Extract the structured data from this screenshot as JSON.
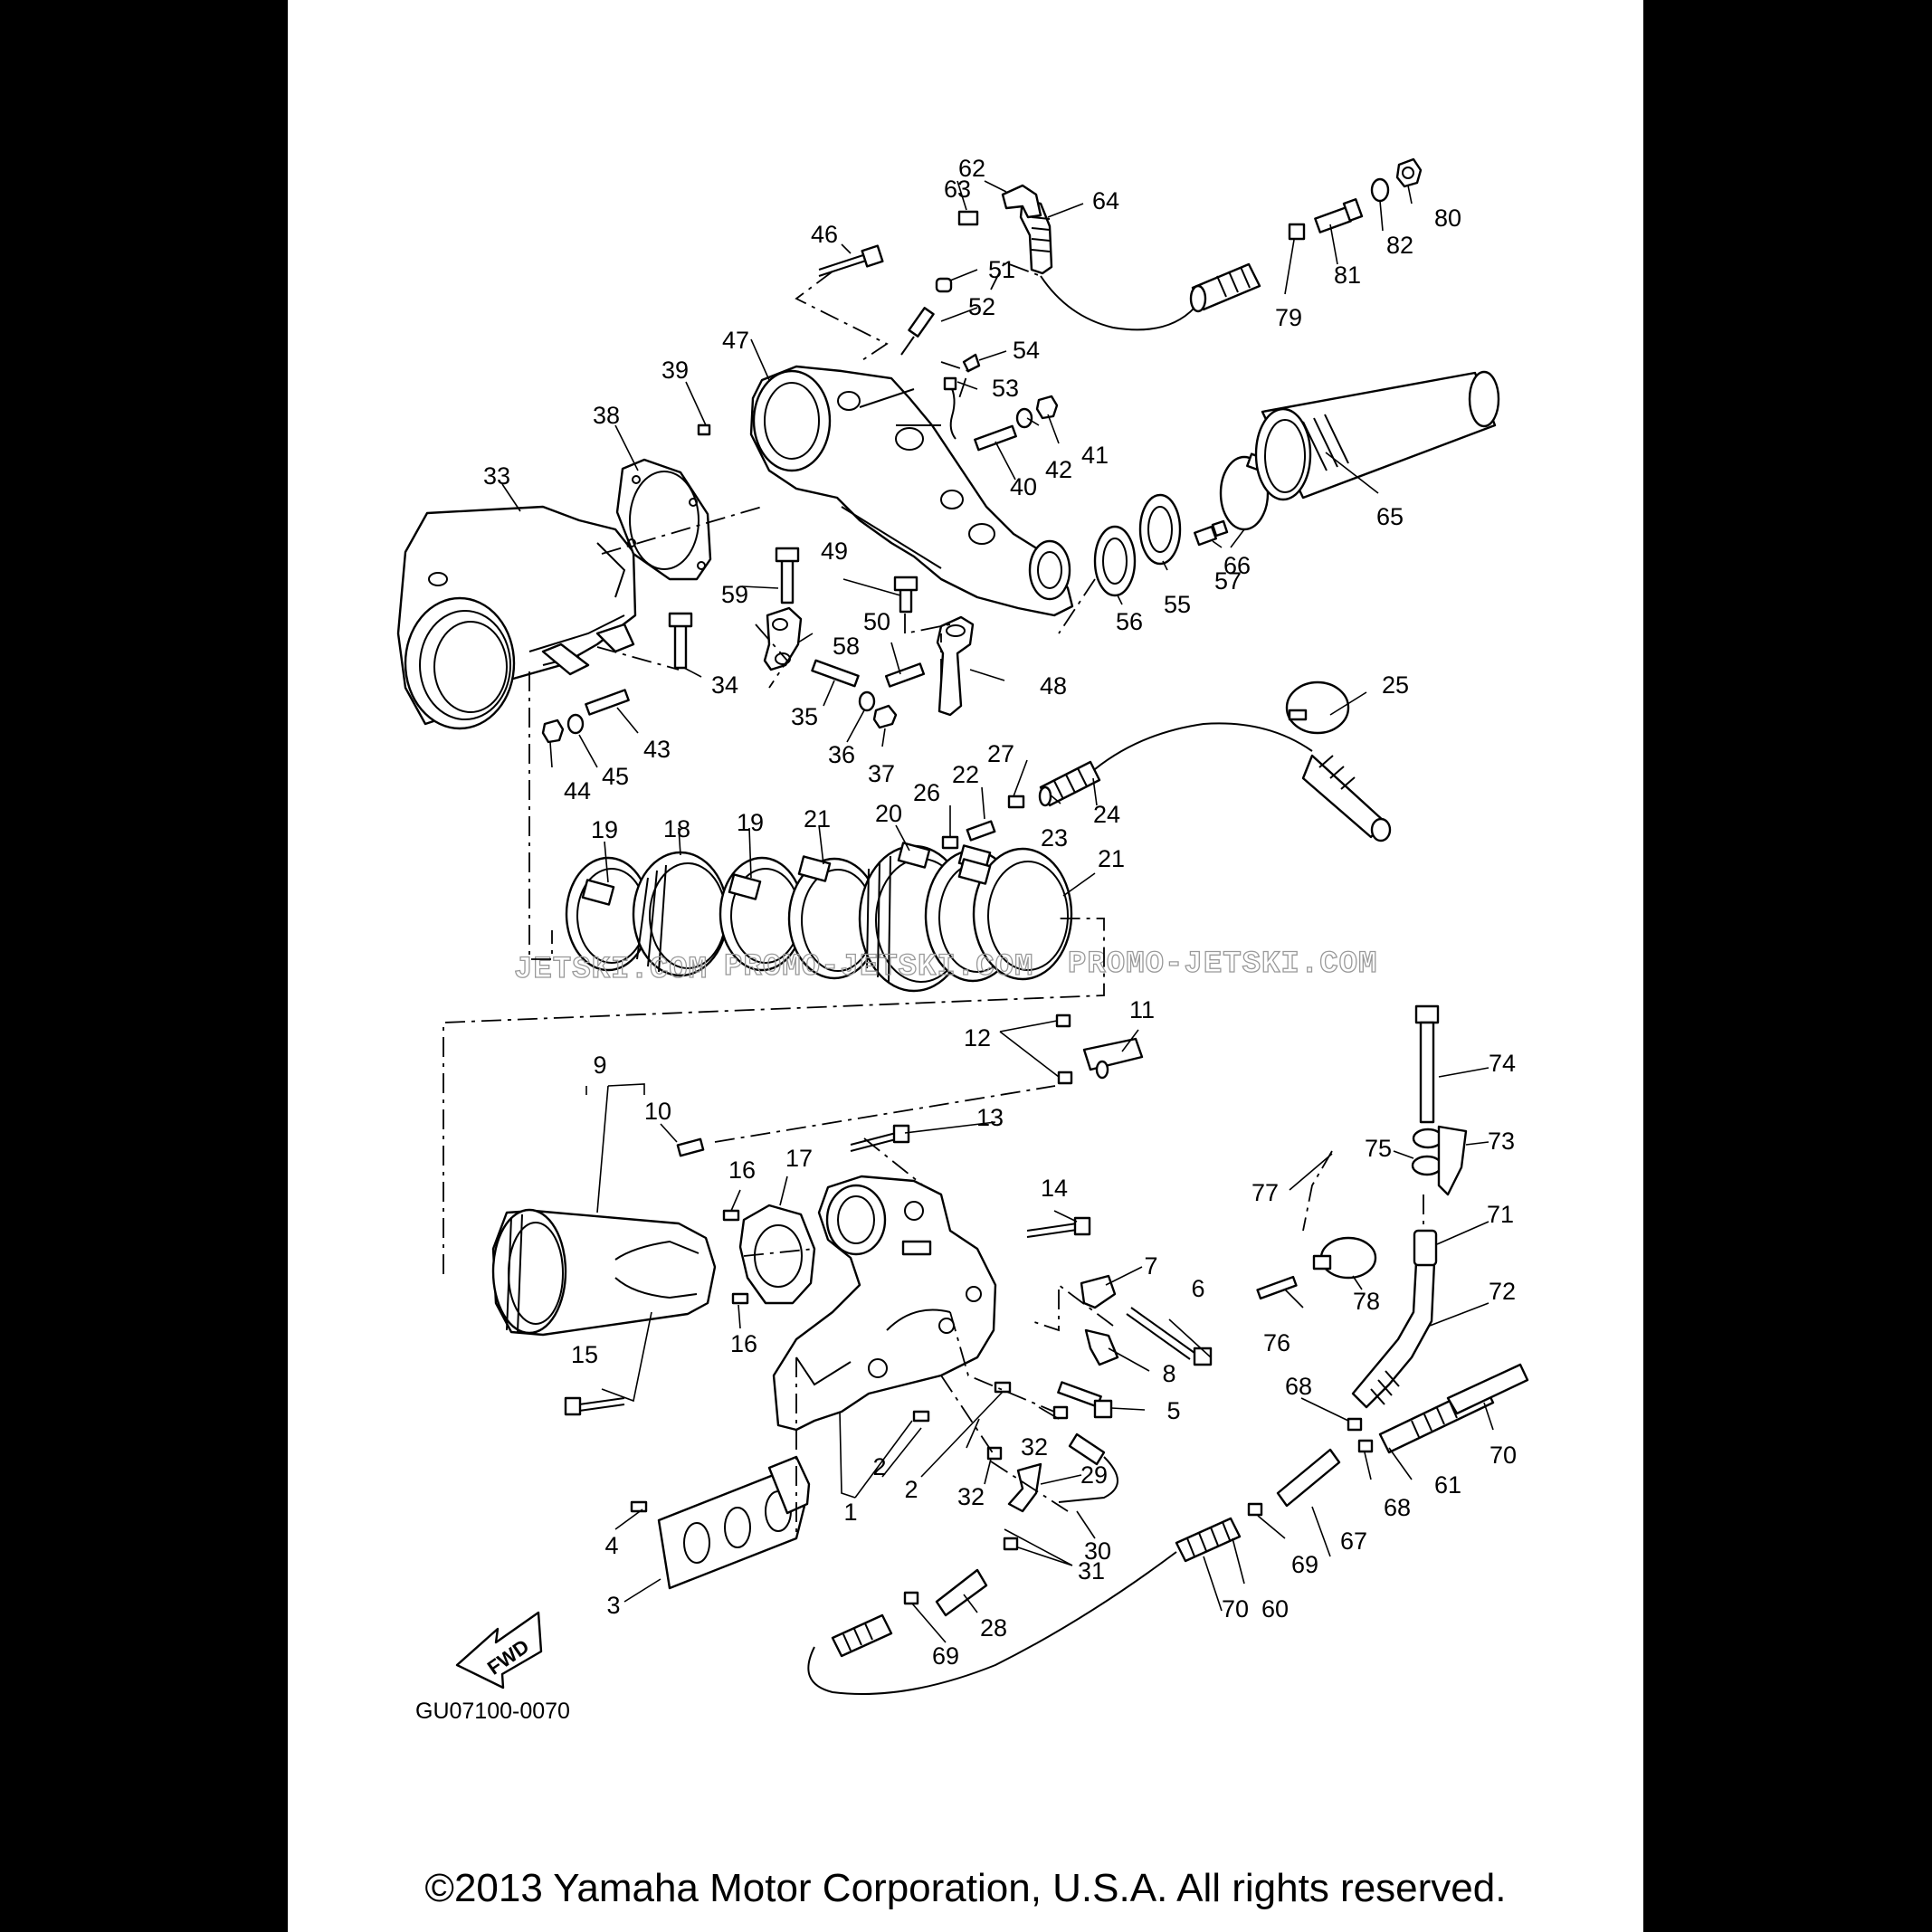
{
  "diagram_code": "GU07100-0070",
  "copyright": "©2013 Yamaha Motor Corporation, U.S.A. All rights reserved.",
  "watermark": "PROMO-JETSKI.COM",
  "watermark_fragment": "JETSKI.COM",
  "fwd_label": "FWD",
  "callouts": [
    "1",
    "2",
    "2",
    "3",
    "4",
    "5",
    "6",
    "7",
    "8",
    "9",
    "10",
    "11",
    "12",
    "13",
    "14",
    "15",
    "16",
    "16",
    "17",
    "18",
    "19",
    "19",
    "20",
    "21",
    "21",
    "22",
    "23",
    "24",
    "25",
    "26",
    "27",
    "28",
    "29",
    "30",
    "31",
    "32",
    "32",
    "33",
    "34",
    "35",
    "36",
    "37",
    "38",
    "39",
    "40",
    "41",
    "42",
    "43",
    "44",
    "45",
    "46",
    "47",
    "48",
    "49",
    "50",
    "51",
    "52",
    "53",
    "54",
    "55",
    "56",
    "57",
    "58",
    "59",
    "60",
    "61",
    "62",
    "63",
    "64",
    "65",
    "66",
    "67",
    "68",
    "68",
    "69",
    "69",
    "70",
    "70",
    "71",
    "72",
    "73",
    "74",
    "75",
    "76",
    "77",
    "78",
    "79",
    "80",
    "81",
    "82"
  ]
}
